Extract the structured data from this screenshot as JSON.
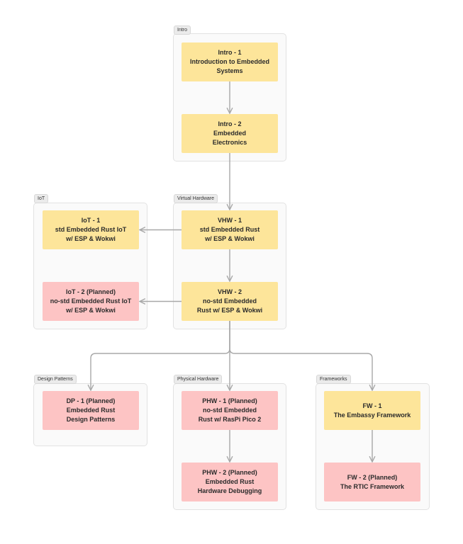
{
  "colors": {
    "planned": "#fdc4c4",
    "active": "#fde59a",
    "edge": "#a8a8a8"
  },
  "groups": [
    {
      "id": "intro",
      "label": "Intro"
    },
    {
      "id": "iot",
      "label": "IoT"
    },
    {
      "id": "vhw",
      "label": "Virtual Hardware"
    },
    {
      "id": "dp",
      "label": "Design Patterns"
    },
    {
      "id": "phw",
      "label": "Physical Hardware"
    },
    {
      "id": "fw",
      "label": "Frameworks"
    }
  ],
  "nodes": [
    {
      "id": "intro1",
      "lines": [
        "Intro - 1",
        "Introduction to Embedded",
        "Systems"
      ],
      "status": "active"
    },
    {
      "id": "intro2",
      "lines": [
        "Intro - 2",
        "Embedded",
        "Electronics"
      ],
      "status": "active"
    },
    {
      "id": "iot1",
      "lines": [
        "IoT - 1",
        "std Embedded Rust IoT",
        "w/ ESP & Wokwi"
      ],
      "status": "active"
    },
    {
      "id": "iot2",
      "lines": [
        "IoT - 2 (Planned)",
        "no-std Embedded Rust IoT",
        "w/ ESP & Wokwi"
      ],
      "status": "planned"
    },
    {
      "id": "vhw1",
      "lines": [
        "VHW - 1",
        "std Embedded Rust",
        "w/ ESP & Wokwi"
      ],
      "status": "active"
    },
    {
      "id": "vhw2",
      "lines": [
        "VHW - 2",
        "no-std Embedded",
        "Rust w/ ESP & Wokwi"
      ],
      "status": "active"
    },
    {
      "id": "dp1",
      "lines": [
        "DP - 1 (Planned)",
        "Embedded Rust",
        "Design Patterns"
      ],
      "status": "planned"
    },
    {
      "id": "phw1",
      "lines": [
        "PHW - 1 (Planned)",
        "no-std Embedded",
        "Rust w/ RasPi Pico 2"
      ],
      "status": "planned"
    },
    {
      "id": "phw2",
      "lines": [
        "PHW - 2 (Planned)",
        "Embedded Rust",
        "Hardware Debugging"
      ],
      "status": "planned"
    },
    {
      "id": "fw1",
      "lines": [
        "FW - 1",
        "The Embassy Framework"
      ],
      "status": "active"
    },
    {
      "id": "fw2",
      "lines": [
        "FW - 2 (Planned)",
        "The RTIC Framework"
      ],
      "status": "planned"
    }
  ],
  "edges": [
    {
      "from": "intro1",
      "to": "intro2"
    },
    {
      "from": "intro2",
      "to": "vhw1"
    },
    {
      "from": "vhw1",
      "to": "iot1"
    },
    {
      "from": "vhw1",
      "to": "vhw2"
    },
    {
      "from": "vhw2",
      "to": "iot2"
    },
    {
      "from": "vhw2",
      "to": "dp1"
    },
    {
      "from": "vhw2",
      "to": "phw1"
    },
    {
      "from": "vhw2",
      "to": "fw1"
    },
    {
      "from": "phw1",
      "to": "phw2"
    },
    {
      "from": "fw1",
      "to": "fw2"
    }
  ]
}
